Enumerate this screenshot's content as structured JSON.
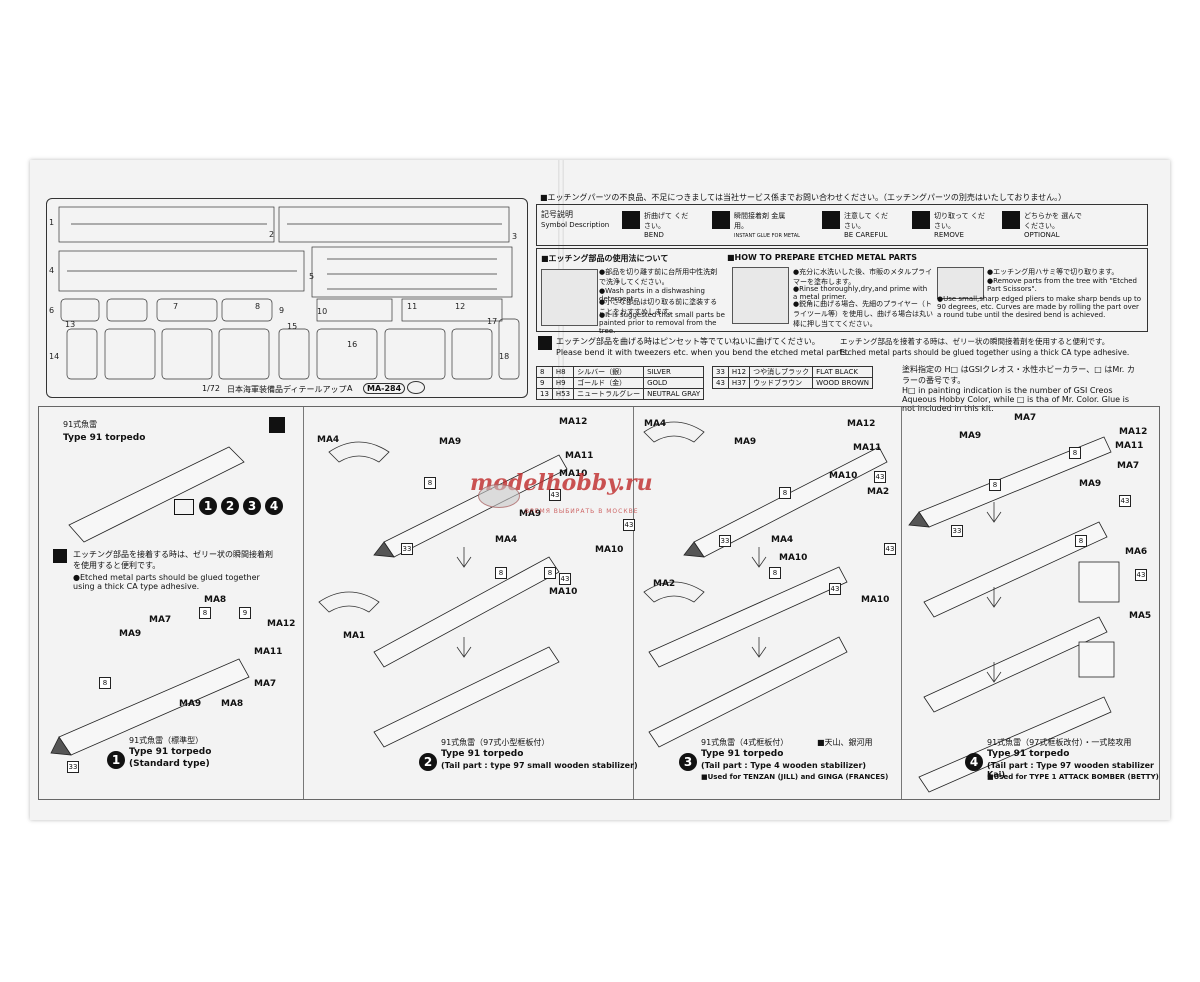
{
  "header": {
    "notice_jp": "■エッチングパーツの不良品、不足につきましては当社サービス係までお問い合わせください。（エッチングパーツの別売はいたしておりません。）",
    "symbol_label_jp": "記号説明",
    "symbol_label_en": "Symbol Description",
    "symbols": [
      {
        "jp": "折曲げて ください。",
        "en": "BEND",
        "icon": "bend-icon"
      },
      {
        "jp": "瞬間接着剤 金属用。",
        "en": "INSTANT GLUE FOR METAL",
        "icon": "glue-icon"
      },
      {
        "jp": "注意して ください。",
        "en": "BE CAREFUL",
        "icon": "caution-icon"
      },
      {
        "jp": "切り取って ください。",
        "en": "REMOVE",
        "icon": "cut-icon"
      },
      {
        "jp": "どちらかを 選んでください。",
        "en": "OPTIONAL",
        "icon": "optional-icon"
      }
    ]
  },
  "fret": {
    "scale": "1/72",
    "title_jp": "日本海軍装備品ディテールアップ",
    "letter": "A",
    "code": "MA-284",
    "part_numbers": [
      "1",
      "2",
      "3",
      "4",
      "5",
      "6",
      "7",
      "8",
      "9",
      "10",
      "11",
      "12",
      "13",
      "14",
      "15",
      "16",
      "17",
      "18"
    ]
  },
  "etched_usage": {
    "title_jp": "■エッチング部品の使用法について",
    "title_en": "■HOW TO PREPARE ETCHED METAL PARTS",
    "jp1": "●部品を切り離す前に台所用中性洗剤で洗浄してください。",
    "en1": "●Wash parts in a dishwashing detergent.",
    "jp2": "●小さな部品は切り取る前に塗装することをおすすめします。",
    "en2": "●It is suggested that small parts be painted prior to removal from the tree.",
    "jp3": "●充分に水洗いした後、市販のメタルプライマーを塗布します。",
    "en3": "●Rinse thoroughly,dry,and prime with a metal primer.",
    "jp4": "●鋭角に曲げる場合、先細のプライヤー（トライツール等）を使用し、曲げる場合は丸い棒に押し当ててください。",
    "en4": "●Use small,sharp edged pliers to make sharp bends up to 90 degrees, etc. Curves are made by rolling the part over a round tube until the desired bend is achieved.",
    "jp5": "●エッチング用ハサミ等で切り取ります。",
    "en5": "●Remove parts from the tree with \"Etched Part Scissors\".",
    "bend_jp": "エッチング部品を曲げる時はピンセット等でていねいに曲げてください。",
    "bend_en": "Please bend it with tweezers etc. when you bend the etched metal parts.",
    "glue_jp": "エッチング部品を接着する時は、ゼリー状の瞬間接着剤を使用すると便利です。",
    "glue_en": "Etched metal parts should be glued together using a thick CA type adhesive."
  },
  "paints": [
    {
      "no": "8",
      "h": "H8",
      "jp": "シルバー（銀）",
      "en": "SILVER"
    },
    {
      "no": "9",
      "h": "H9",
      "jp": "ゴールド（金）",
      "en": "GOLD"
    },
    {
      "no": "13",
      "h": "H53",
      "jp": "ニュートラルグレー",
      "en": "NEUTRAL GRAY"
    },
    {
      "no": "33",
      "h": "H12",
      "jp": "つや消しブラック",
      "en": "FLAT BLACK"
    },
    {
      "no": "43",
      "h": "H37",
      "jp": "ウッドブラウン",
      "en": "WOOD BROWN"
    }
  ],
  "paint_note": {
    "jp": "塗料指定の H□ はGSIクレオス・水性ホビーカラー、□ はMr. カラーの番号です。",
    "en": "H□ in painting indication is the number of GSI Creos Aqueous Hobby Color, while □ is tha of Mr. Color. Glue is not included in this kit."
  },
  "steps": [
    {
      "num": "1",
      "title_jp": "91式魚雷（標準型）",
      "title_en": "Type 91 torpedo",
      "subtitle": "(Standard type)",
      "top_jp": "91式魚雷",
      "top_en": "Type 91 torpedo",
      "options": [
        "1",
        "2",
        "3",
        "4"
      ],
      "glue_jp": "エッチング部品を接着する時は、ゼリー状の瞬間接着剤を使用すると便利です。",
      "glue_en": "●Etched metal parts should be glued together using a thick CA type adhesive."
    },
    {
      "num": "2",
      "title_jp": "91式魚雷（97式小型框板付）",
      "title_en": "Type 91 torpedo",
      "subtitle": "(Tail part : type 97 small wooden stabilizer)"
    },
    {
      "num": "3",
      "title_jp": "91式魚雷（4式框板付）",
      "used_jp": "■天山、銀河用",
      "title_en": "Type 91 torpedo",
      "subtitle": "(Tail part : Type 4 wooden stabilizer)",
      "used_en": "■Used for TENZAN (JILL) and GINGA (FRANCES)"
    },
    {
      "num": "4",
      "title_jp": "91式魚雷（97式框板改付）・一式陸攻用",
      "title_en": "Type 91 torpedo",
      "subtitle": "(Tail part : Type 97 wooden stabilizer Kai)",
      "used_en": "■Used for TYPE 1 ATTACK BOMBER (BETTY)"
    }
  ],
  "callouts": {
    "ma1": "MA1",
    "ma2": "MA2",
    "ma4": "MA4",
    "ma5": "MA5",
    "ma6": "MA6",
    "ma7": "MA7",
    "ma8": "MA8",
    "ma9": "MA9",
    "ma10": "MA10",
    "ma11": "MA11",
    "ma12": "MA12",
    "c8": "8",
    "c9": "9",
    "c33": "33",
    "c43": "43"
  },
  "watermark": {
    "text": "modelhobby.ru",
    "sub": "ВРЕМЯ ВЫБИРАТЬ В МОСКВЕ"
  },
  "colors": {
    "paper": "#f3f3f3",
    "line": "#222222",
    "torpedo_nose": "#555555",
    "watermark": "#be2828"
  }
}
